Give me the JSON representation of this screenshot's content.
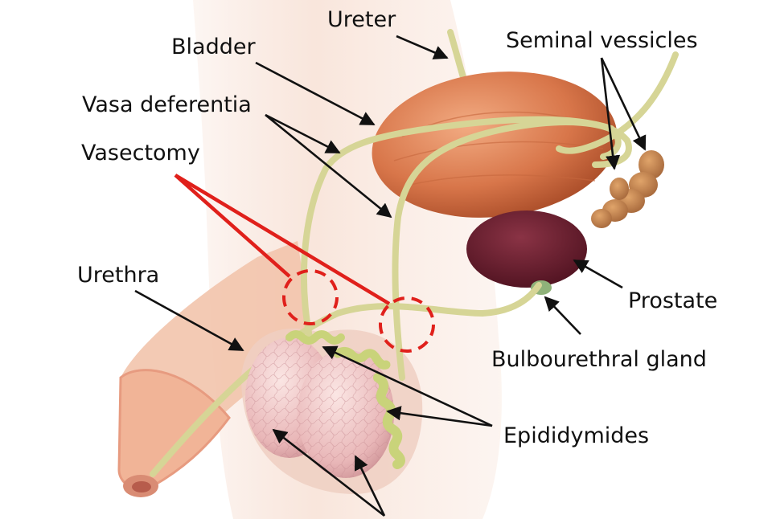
{
  "diagram": {
    "labels": {
      "ureter": "Ureter",
      "bladder": "Bladder",
      "seminal_vesicles": "Seminal vessicles",
      "vasa_deferentia": "Vasa deferentia",
      "vasectomy": "Vasectomy",
      "urethra": "Urethra",
      "prostate": "Prostate",
      "bulbourethral_gland": "Bulbourethral gland",
      "epididymides": "Epididymides"
    },
    "colors": {
      "skin": "#f3cdb8",
      "bladder": "#d8764a",
      "prostate": "#6e1f2f",
      "duct": "#d6d596",
      "seminal_vesicle": "#bf7f4a",
      "testis": "#e9b7b8",
      "epididymis": "#c9d37a",
      "vasectomy_marker": "#e0201b",
      "arrow": "#111111"
    }
  }
}
